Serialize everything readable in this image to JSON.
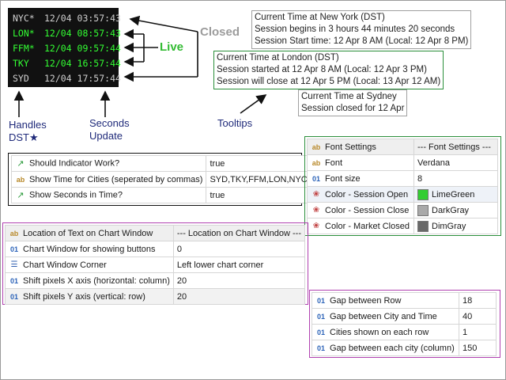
{
  "clock": {
    "rows": [
      {
        "city": "NYC*",
        "time": "12/04 03:57:43",
        "color": "#d0d0d0"
      },
      {
        "city": "LON*",
        "time": "12/04 08:57:43",
        "color": "#33ff33"
      },
      {
        "city": "FFM*",
        "time": "12/04 09:57:44",
        "color": "#33ff33"
      },
      {
        "city": "TKY",
        "time": "12/04 16:57:44",
        "color": "#33ff33"
      },
      {
        "city": "SYD",
        "time": "12/04 17:57:44",
        "color": "#d0d0d0"
      }
    ]
  },
  "annotations": {
    "closed": "Closed",
    "live": "Live",
    "handles": "Handles",
    "dst": "DST★",
    "seconds": "Seconds",
    "update": "Update",
    "tooltips": "Tooltips"
  },
  "tooltips": {
    "ny": [
      "Current Time at New York (DST)",
      "Session begins in 3 hours 44 minutes 20 seconds",
      "Session Start time: 12 Apr 8 AM (Local: 12 Apr 8 PM)"
    ],
    "london": [
      "Current Time at London (DST)",
      "Session started at 12 Apr 8 AM (Local: 12 Apr 3 PM)",
      "Session will close at 12 Apr 5 PM (Local: 13 Apr 12 AM)"
    ],
    "sydney": [
      "Current Time at Sydney",
      "Session closed for 12 Apr"
    ]
  },
  "general_settings": [
    {
      "icon": "bool",
      "label": "Should Indicator Work?",
      "value": "true"
    },
    {
      "icon": "ab",
      "label": "Show Time for Cities (seperated by commas)",
      "value": "SYD,TKY,FFM,LON,NYC"
    },
    {
      "icon": "bool",
      "label": "Show Seconds in Time?",
      "value": "true"
    }
  ],
  "font_settings": {
    "header": {
      "label": "Font Settings",
      "value": "--- Font Settings ---"
    },
    "rows": [
      {
        "icon": "ab",
        "label": "Font",
        "value": "Verdana"
      },
      {
        "icon": "01",
        "label": "Font size",
        "value": "8"
      },
      {
        "icon": "color",
        "label": "Color - Session Open",
        "value": "LimeGreen",
        "swatch": "#32cd32"
      },
      {
        "icon": "color",
        "label": "Color - Session Close",
        "value": "DarkGray",
        "swatch": "#a9a9a9"
      },
      {
        "icon": "color",
        "label": "Color - Market Closed",
        "value": "DimGray",
        "swatch": "#696969"
      }
    ]
  },
  "location_settings": {
    "header": {
      "label": "Location of Text on Chart Window",
      "value": "--- Location on Chart Window ---"
    },
    "rows": [
      {
        "icon": "01",
        "label": "Chart Window for showing buttons",
        "value": "0"
      },
      {
        "icon": "enum",
        "label": "Chart Window Corner",
        "value": "Left lower chart corner"
      },
      {
        "icon": "01",
        "label": "Shift pixels X axis (horizontal: column)",
        "value": "20"
      },
      {
        "icon": "01",
        "label": "Shift pixels Y axis (vertical: row)",
        "value": "20"
      }
    ]
  },
  "gap_settings": [
    {
      "icon": "01",
      "label": "Gap between Row",
      "value": "18"
    },
    {
      "icon": "01",
      "label": "Gap between City and Time",
      "value": "40"
    },
    {
      "icon": "01",
      "label": "Cities shown on each row",
      "value": "1"
    },
    {
      "icon": "01",
      "label": "Gap between each city (column)",
      "value": "150"
    }
  ],
  "colors": {
    "live": "#33bb33",
    "closed": "#9c9c9c",
    "annotation": "#1f2a7a",
    "london_border": "#2a8f3a",
    "purple_border": "#b040b0"
  }
}
